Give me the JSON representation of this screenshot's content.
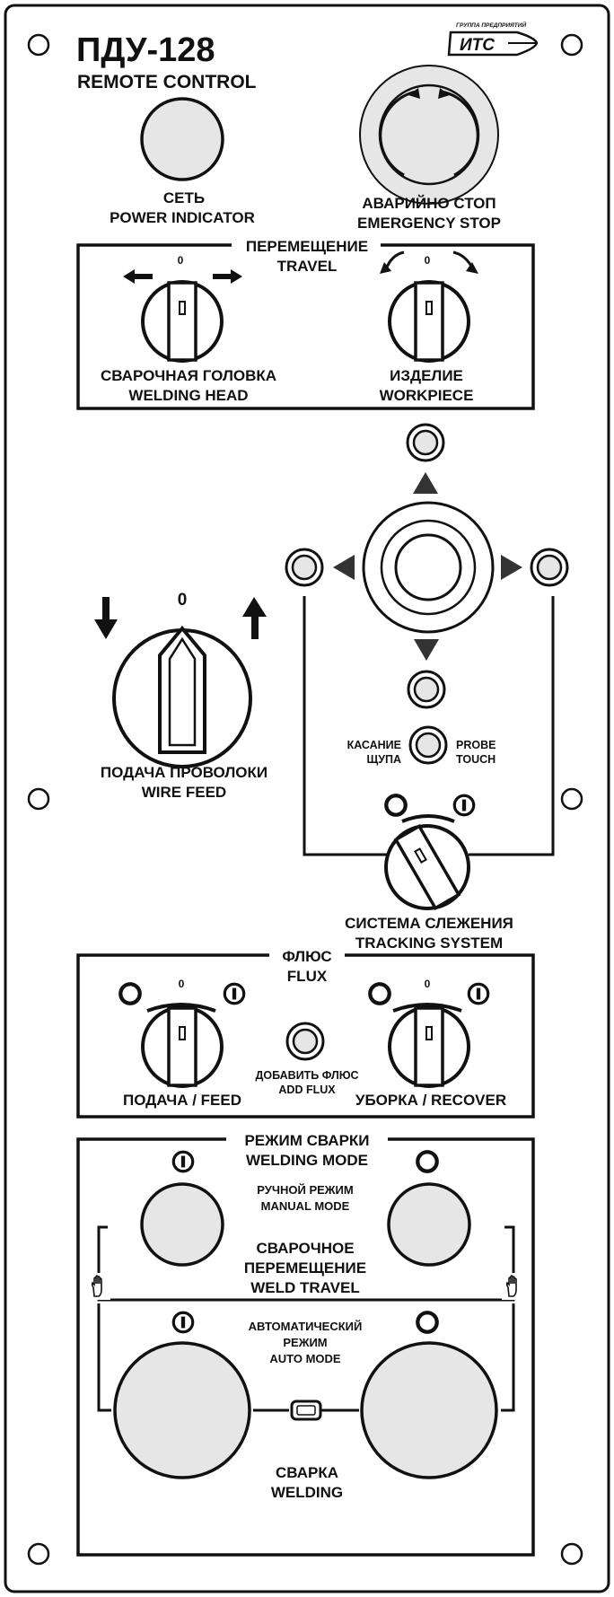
{
  "header": {
    "model": "ПДУ-128",
    "subtitle": "REMOTE CONTROL",
    "logo_small": "ГРУППА ПРЕДПРИЯТИЙ",
    "logo_text": "ИТС"
  },
  "power": {
    "label_ru": "СЕТЬ",
    "label_en": "POWER INDICATOR"
  },
  "estop": {
    "label_ru": "АВАРИЙНО СТОП",
    "label_en": "EMERGENCY STOP"
  },
  "travel": {
    "title_ru": "ПЕРЕМЕЩЕНИЕ",
    "title_en": "TRAVEL",
    "zero": "0",
    "head_ru": "СВАРОЧНАЯ ГОЛОВКА",
    "head_en": "WELDING HEAD",
    "work_ru": "ИЗДЕЛИЕ",
    "work_en": "WORKPIECE"
  },
  "wire": {
    "zero": "0",
    "label_ru": "ПОДАЧА ПРОВОЛОКИ",
    "label_en": "WIRE FEED"
  },
  "tracking": {
    "probe_ru1": "КАСАНИЕ",
    "probe_ru2": "ЩУПА",
    "probe_en1": "PROBE",
    "probe_en2": "TOUCH",
    "label_ru": "СИСТЕМА СЛЕЖЕНИЯ",
    "label_en": "TRACKING SYSTEM"
  },
  "flux": {
    "title_ru": "ФЛЮС",
    "title_en": "FLUX",
    "zero": "0",
    "add_ru": "ДОБАВИТЬ ФЛЮС",
    "add_en": "ADD FLUX",
    "feed_label": "ПОДАЧА / FEED",
    "recover_label": "УБОРКА / RECOVER"
  },
  "mode": {
    "title_ru": "РЕЖИМ СВАРКИ",
    "title_en": "WELDING MODE",
    "manual_ru": "РУЧНОЙ РЕЖИМ",
    "manual_en": "MANUAL MODE",
    "travel_ru1": "СВАРОЧНОЕ",
    "travel_ru2": "ПЕРЕМЕЩЕНИЕ",
    "travel_en": "WELD TRAVEL",
    "auto_ru1": "АВТОМАТИЧЕСКИЙ",
    "auto_ru2": "РЕЖИМ",
    "auto_en": "AUTO MODE",
    "welding_ru": "СВАРКА",
    "welding_en": "WELDING"
  },
  "colors": {
    "panel": "#ffffff",
    "ink": "#111111",
    "button_fill": "#e6e6e6"
  }
}
